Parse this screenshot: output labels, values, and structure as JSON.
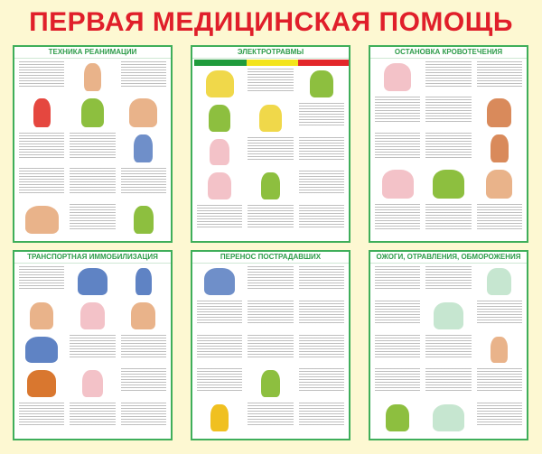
{
  "title": "ПЕРВАЯ МЕДИЦИНСКАЯ ПОМОЩЬ",
  "panels": [
    {
      "heading": "ТЕХНИКА РЕАНИМАЦИИ"
    },
    {
      "heading": "ЭЛЕКТРОТРАВМЫ"
    },
    {
      "heading": "ОСТАНОВКА КРОВОТЕЧЕНИЯ"
    },
    {
      "heading": "ТРАНСПОРТНАЯ ИММОБИЛИЗАЦИЯ"
    },
    {
      "heading": "ПЕРЕНОС ПОСТРАДАВШИХ"
    },
    {
      "heading": "ОЖОГИ, ОТРАВЛЕНИЯ, ОБМОРОЖЕНИЯ"
    }
  ],
  "colors": {
    "background": "#fdf8d2",
    "title": "#e01f2a",
    "panel_border": "#3fae5a",
    "heading": "#2e9c4a"
  }
}
